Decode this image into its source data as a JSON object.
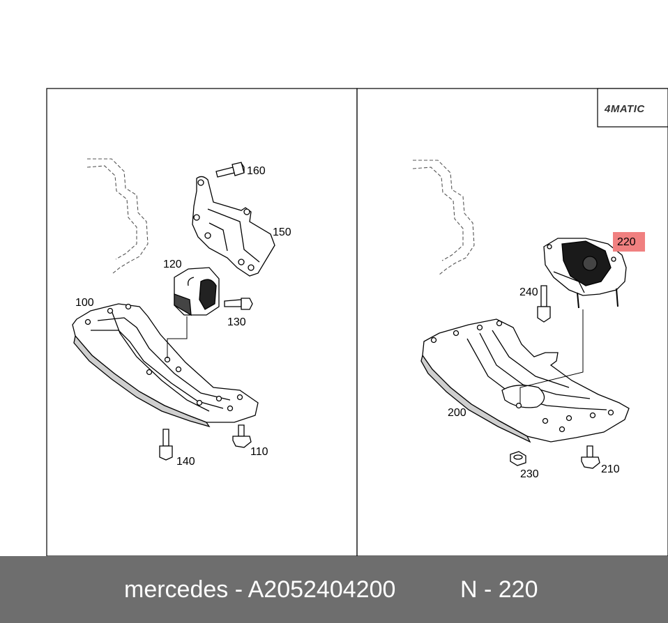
{
  "diagram": {
    "badge_text": "4MATIC",
    "left_panel": {
      "callouts": {
        "c160": "160",
        "c150": "150",
        "c120": "120",
        "c100": "100",
        "c130": "130",
        "c140": "140",
        "c110": "110"
      }
    },
    "right_panel": {
      "callouts": {
        "c220": "220",
        "c240": "240",
        "c200": "200",
        "c230": "230",
        "c210": "210"
      },
      "highlight_color": "#f08080"
    }
  },
  "footer": {
    "brand_part": "mercedes - A2052404200",
    "position": "N - 220",
    "background_color": "#6e6e6e"
  }
}
